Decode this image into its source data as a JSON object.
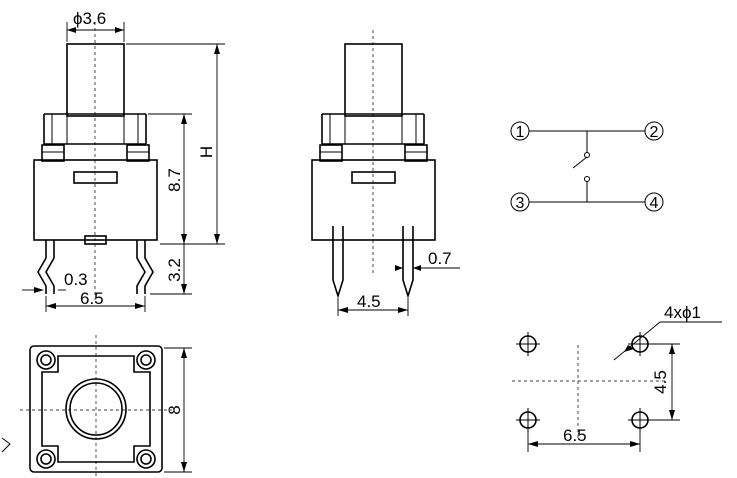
{
  "side_view": {
    "dim_diameter": "ϕ3.6",
    "dim_height": "H",
    "dim_body": "8.7",
    "dim_leg": "3.2",
    "dim_thickness": "0.3",
    "dim_span": "6.5"
  },
  "side_view_2": {
    "dim_pin_width": "0.7",
    "dim_pin_span": "4.5"
  },
  "schematic": {
    "pins": [
      "1",
      "2",
      "3",
      "4"
    ]
  },
  "top_view": {
    "dim_size": "8"
  },
  "footprint": {
    "dim_holes": "4xϕ1",
    "dim_vertical": "4.5",
    "dim_horizontal": "6.5"
  }
}
